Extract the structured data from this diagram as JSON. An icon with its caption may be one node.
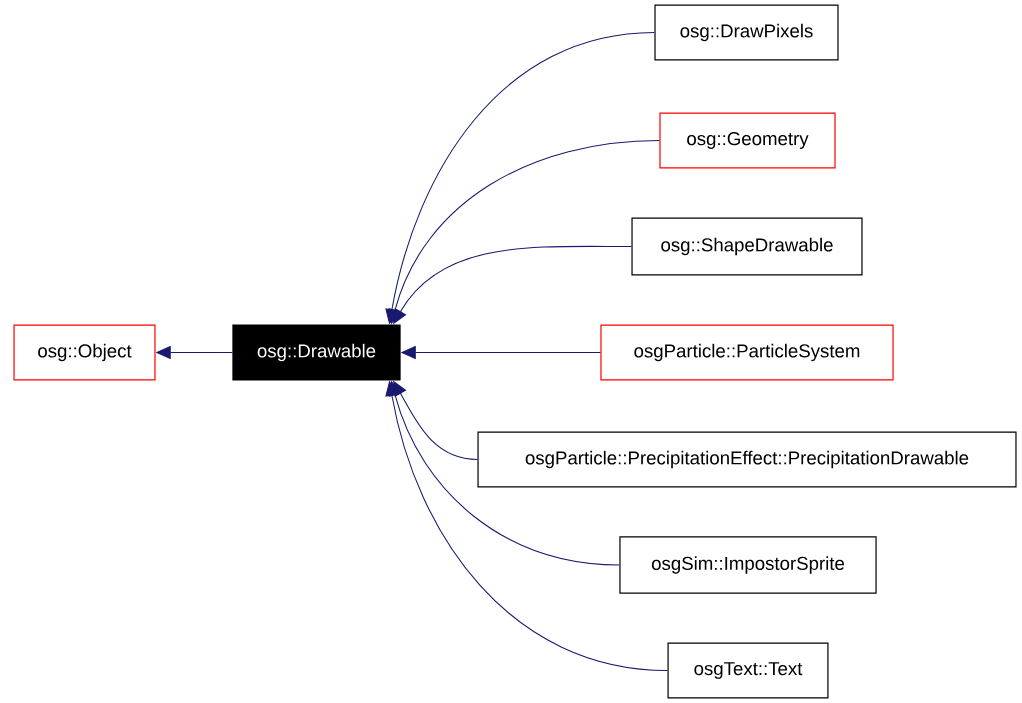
{
  "diagram": {
    "nodes": [
      {
        "text": [
          "osg::Object"
        ]
      },
      {
        "text": [
          "osg::Drawable"
        ]
      },
      {
        "text": [
          "osg::DrawPixels"
        ]
      },
      {
        "text": [
          "osg::Geometry"
        ]
      },
      {
        "text": [
          "osg::ShapeDrawable"
        ]
      },
      {
        "text": [
          "osgParticle::ParticleSystem"
        ]
      },
      {
        "text": [
          "osgParticle::PrecipitationEffect::PrecipitationDrawable"
        ]
      },
      {
        "text": [
          "osgSim::ImpostorSprite"
        ]
      },
      {
        "text": [
          "osgText::Text"
        ]
      }
    ],
    "edges": [
      {
        "from": 1,
        "to": 0,
        "arrow": "to"
      },
      {
        "from": 2,
        "to": 1,
        "arrow": "to"
      },
      {
        "from": 3,
        "to": 1,
        "arrow": "to"
      },
      {
        "from": 4,
        "to": 1,
        "arrow": "to"
      },
      {
        "from": 5,
        "to": 1,
        "arrow": "to"
      },
      {
        "from": 6,
        "to": 1,
        "arrow": "to"
      },
      {
        "from": 7,
        "to": 1,
        "arrow": "to"
      },
      {
        "from": 8,
        "to": 1,
        "arrow": "to"
      }
    ]
  }
}
